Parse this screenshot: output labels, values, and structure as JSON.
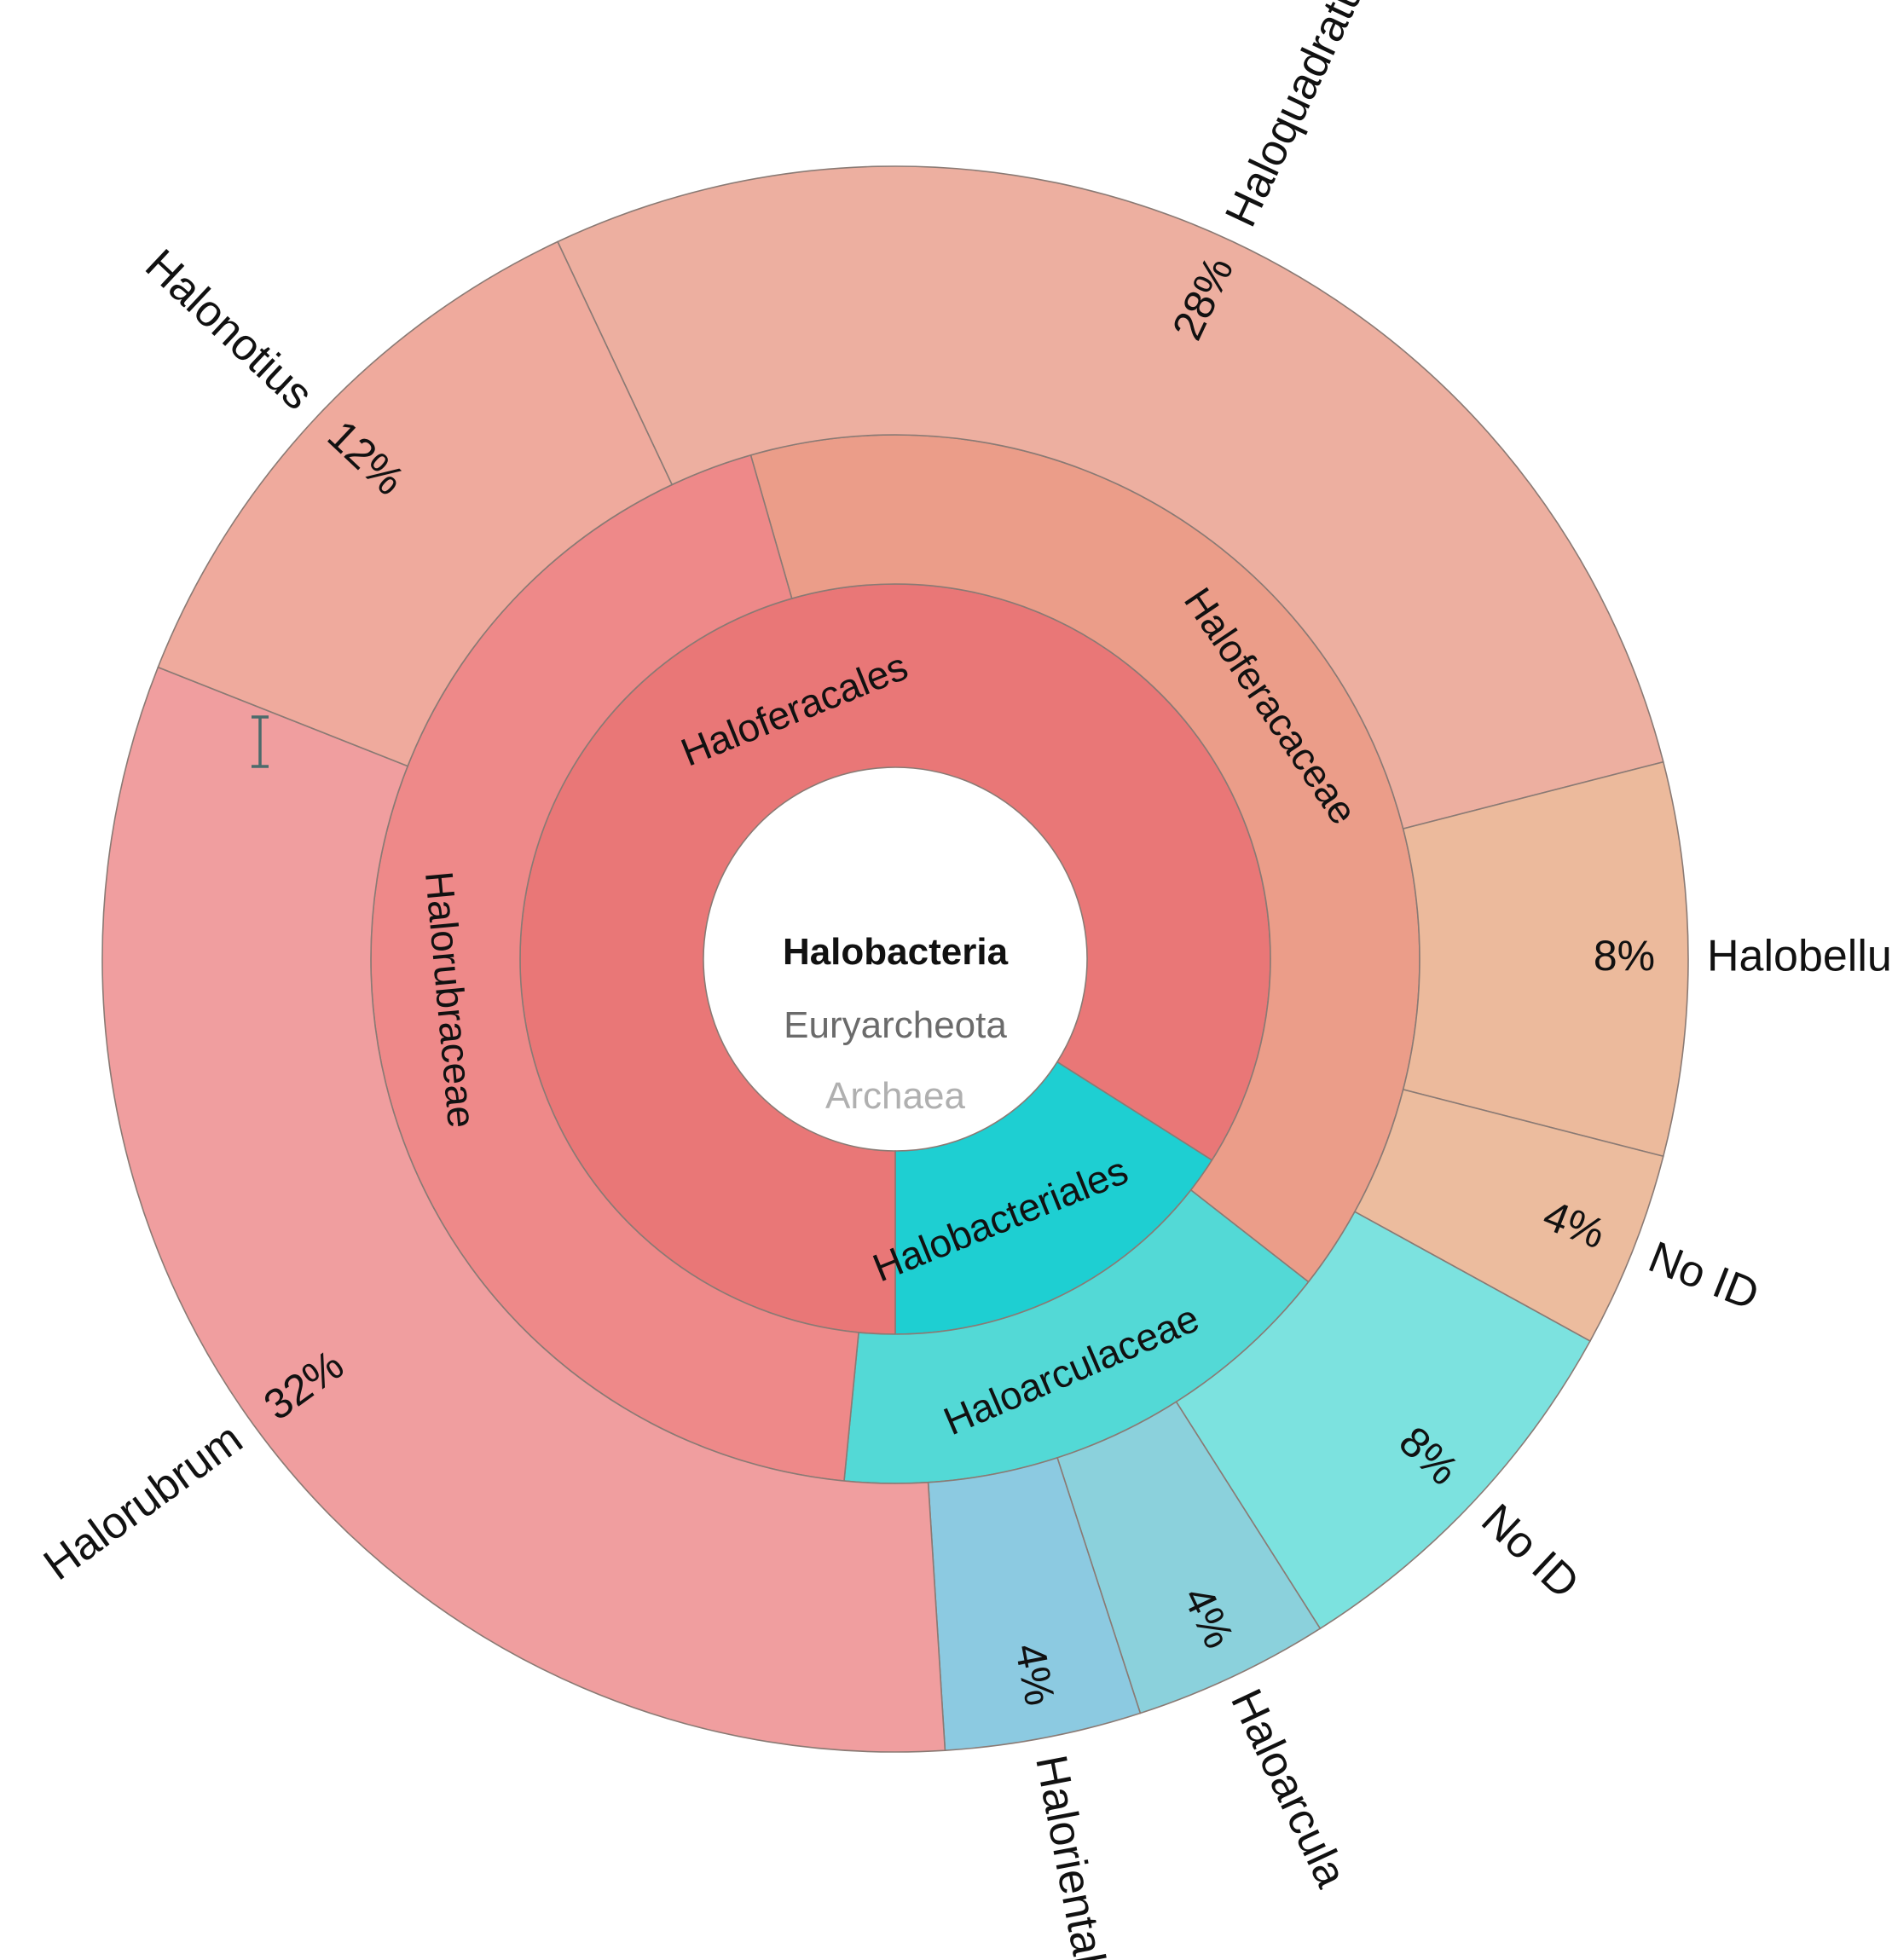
{
  "chart_data": {
    "type": "sunburst",
    "center": {
      "title": "Halobacteria",
      "subtitle": "Euryarcheota",
      "subtitle2": "Archaea"
    },
    "orders": [
      {
        "name": "Haloferacales",
        "value": 84,
        "color": "#e97777"
      },
      {
        "name": "Halobacteriales",
        "value": 16,
        "color": "#1ecfd2"
      }
    ],
    "families": [
      {
        "name": "Haloferacaceae",
        "order": "Haloferacales",
        "value": 40,
        "color": "#eb9d89"
      },
      {
        "name": "Halorubraceae",
        "order": "Haloferacales",
        "value": 44,
        "color": "#ee8989"
      },
      {
        "name": "Haloarculaceae",
        "order": "Halobacteriales",
        "value": 16,
        "color": "#53d9d6"
      }
    ],
    "genera": [
      {
        "name": "Halobellus",
        "family": "Haloferacaceae",
        "value": 8,
        "label": "8%",
        "color": "#ecba9c"
      },
      {
        "name": "Haloquadratum",
        "family": "Haloferacaceae",
        "value": 28,
        "label": "28%",
        "color": "#edafa0"
      },
      {
        "name": "Halonotius",
        "family": "Halorubraceae",
        "value": 12,
        "label": "12%",
        "color": "#efaa9d"
      },
      {
        "name": "Halorubrum",
        "family": "Halorubraceae",
        "value": 32,
        "label": "32%",
        "color": "#f09e9f"
      },
      {
        "name": "Halorientalis",
        "family": "Haloarculaceae",
        "value": 4,
        "label": "4%",
        "color": "#8ccae1"
      },
      {
        "name": "Haloarcula",
        "family": "Haloarculaceae",
        "value": 4,
        "label": "4%",
        "color": "#8bd1dc"
      },
      {
        "name": "No ID",
        "family": "Haloarculaceae",
        "value": 8,
        "label": "8%",
        "color": "#7ce2df"
      },
      {
        "name": "No ID",
        "family": "Haloferacaceae",
        "value": 4,
        "label": "4%",
        "color": "#ecbc9e"
      }
    ]
  }
}
